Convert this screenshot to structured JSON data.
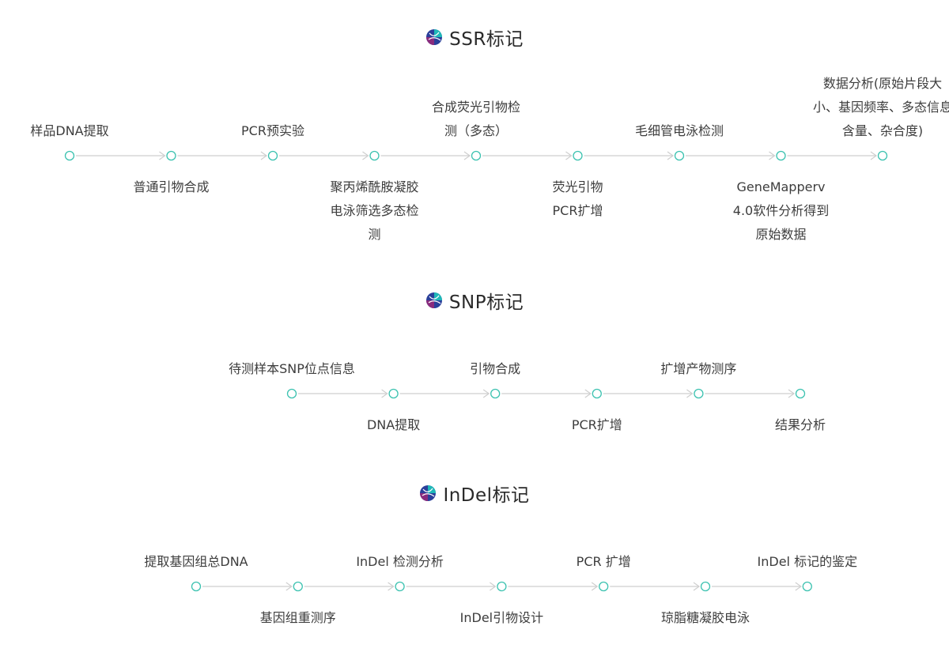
{
  "sections": [
    {
      "title": "SSR标记",
      "steps": [
        {
          "text": "样品DNA提取"
        },
        {
          "text": "普通引物合成"
        },
        {
          "text": "PCR预实验"
        },
        {
          "text": "聚丙烯酰胺凝胶电泳筛选多态检测"
        },
        {
          "text": "合成荧光引物检测（多态）"
        },
        {
          "text": "荧光引物PCR扩增"
        },
        {
          "text": "毛细管电泳检测"
        },
        {
          "text": "GeneMapperv 4.0软件分析得到原始数据"
        },
        {
          "text": "数据分析(原始片段大小、基因频率、多态信息含量、杂合度)"
        }
      ]
    },
    {
      "title": "SNP标记",
      "steps": [
        {
          "text": "待测样本SNP位点信息"
        },
        {
          "text": "DNA提取"
        },
        {
          "text": "引物合成"
        },
        {
          "text": "PCR扩增"
        },
        {
          "text": "扩增产物测序"
        },
        {
          "text": "结果分析"
        }
      ]
    },
    {
      "title": "InDel标记",
      "steps": [
        {
          "text": "提取基因组总DNA"
        },
        {
          "text": "基因组重测序"
        },
        {
          "text": "InDel 检测分析"
        },
        {
          "text": "InDel引物设计"
        },
        {
          "text": "PCR 扩增"
        },
        {
          "text": "琼脂糖凝胶电泳"
        },
        {
          "text": "InDel 标记的鉴定"
        }
      ]
    }
  ],
  "colors": {
    "node": "#3cc2b0",
    "arrow": "#cfcfcf",
    "logo_a": "#2a3f9a",
    "logo_b": "#1fb8b8",
    "logo_c": "#8a2b7d"
  }
}
